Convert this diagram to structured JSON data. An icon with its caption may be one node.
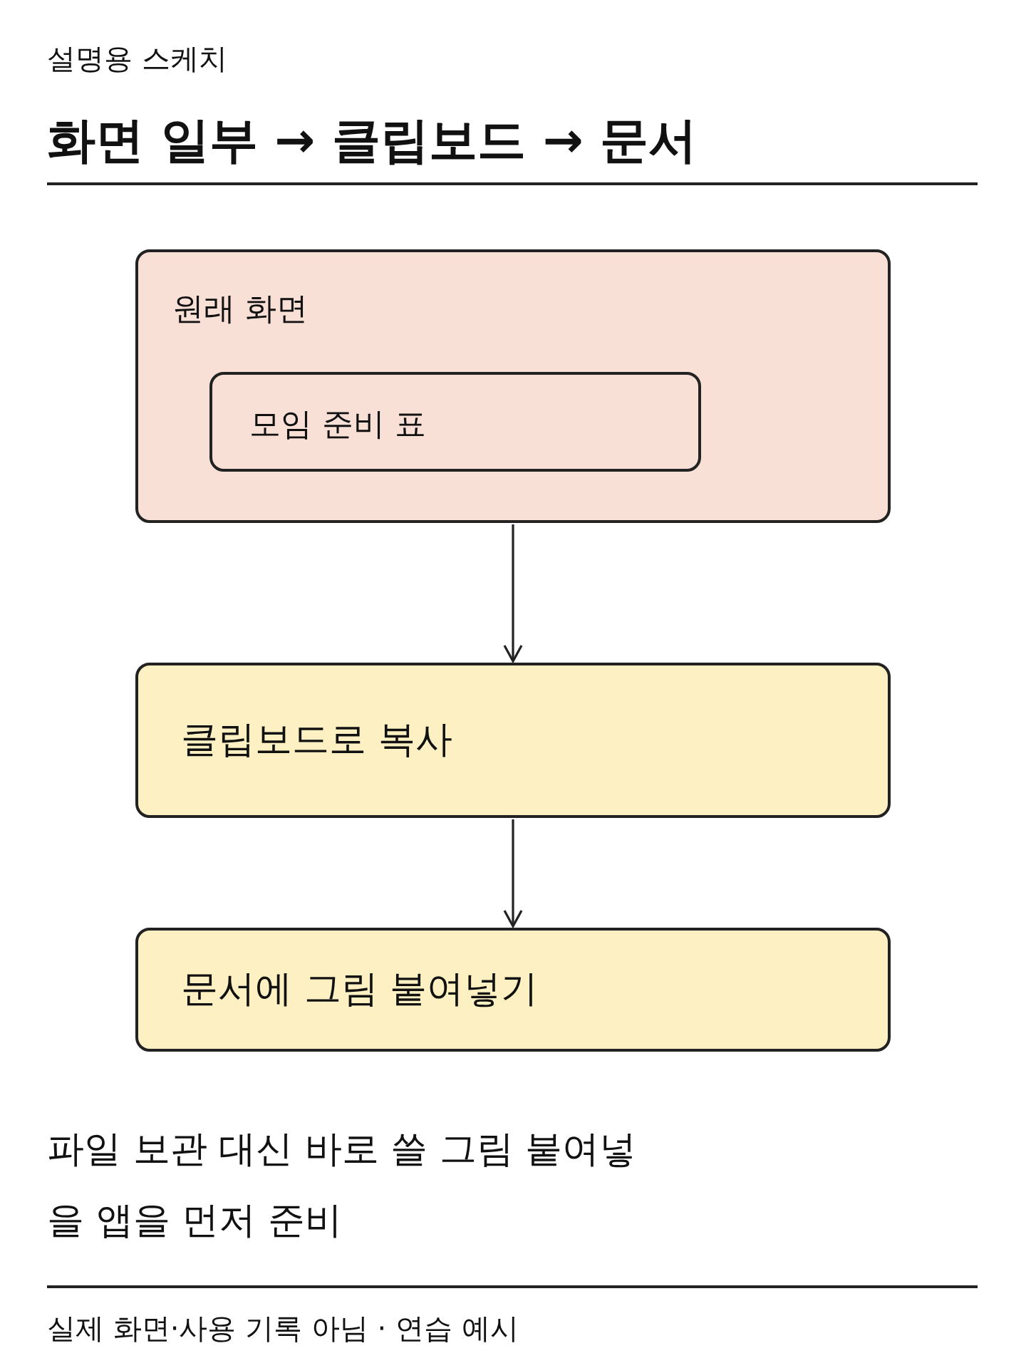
{
  "diagram": {
    "title": "화면 일부 → 클립보드 → 문서",
    "nodes": [
      {
        "text": [
          "원래 화면"
        ]
      },
      {
        "text": [
          "모임 준비 표"
        ],
        "in": 0
      },
      {
        "text": [
          "클립보드로 복사"
        ]
      },
      {
        "text": [
          "문서에 그림 붙여넣기"
        ]
      }
    ],
    "edges": [
      {
        "from": 0,
        "to": 2,
        "arrow": "to"
      },
      {
        "from": 2,
        "to": 3,
        "arrow": "to"
      }
    ],
    "labels": [
      "설명용 스케치",
      "파일 보관 대신 바로 쓸 그림 붙여넣을 앱을 먼저 준비",
      "실제 화면·사용 기록 아님 · 연습 예시"
    ]
  }
}
